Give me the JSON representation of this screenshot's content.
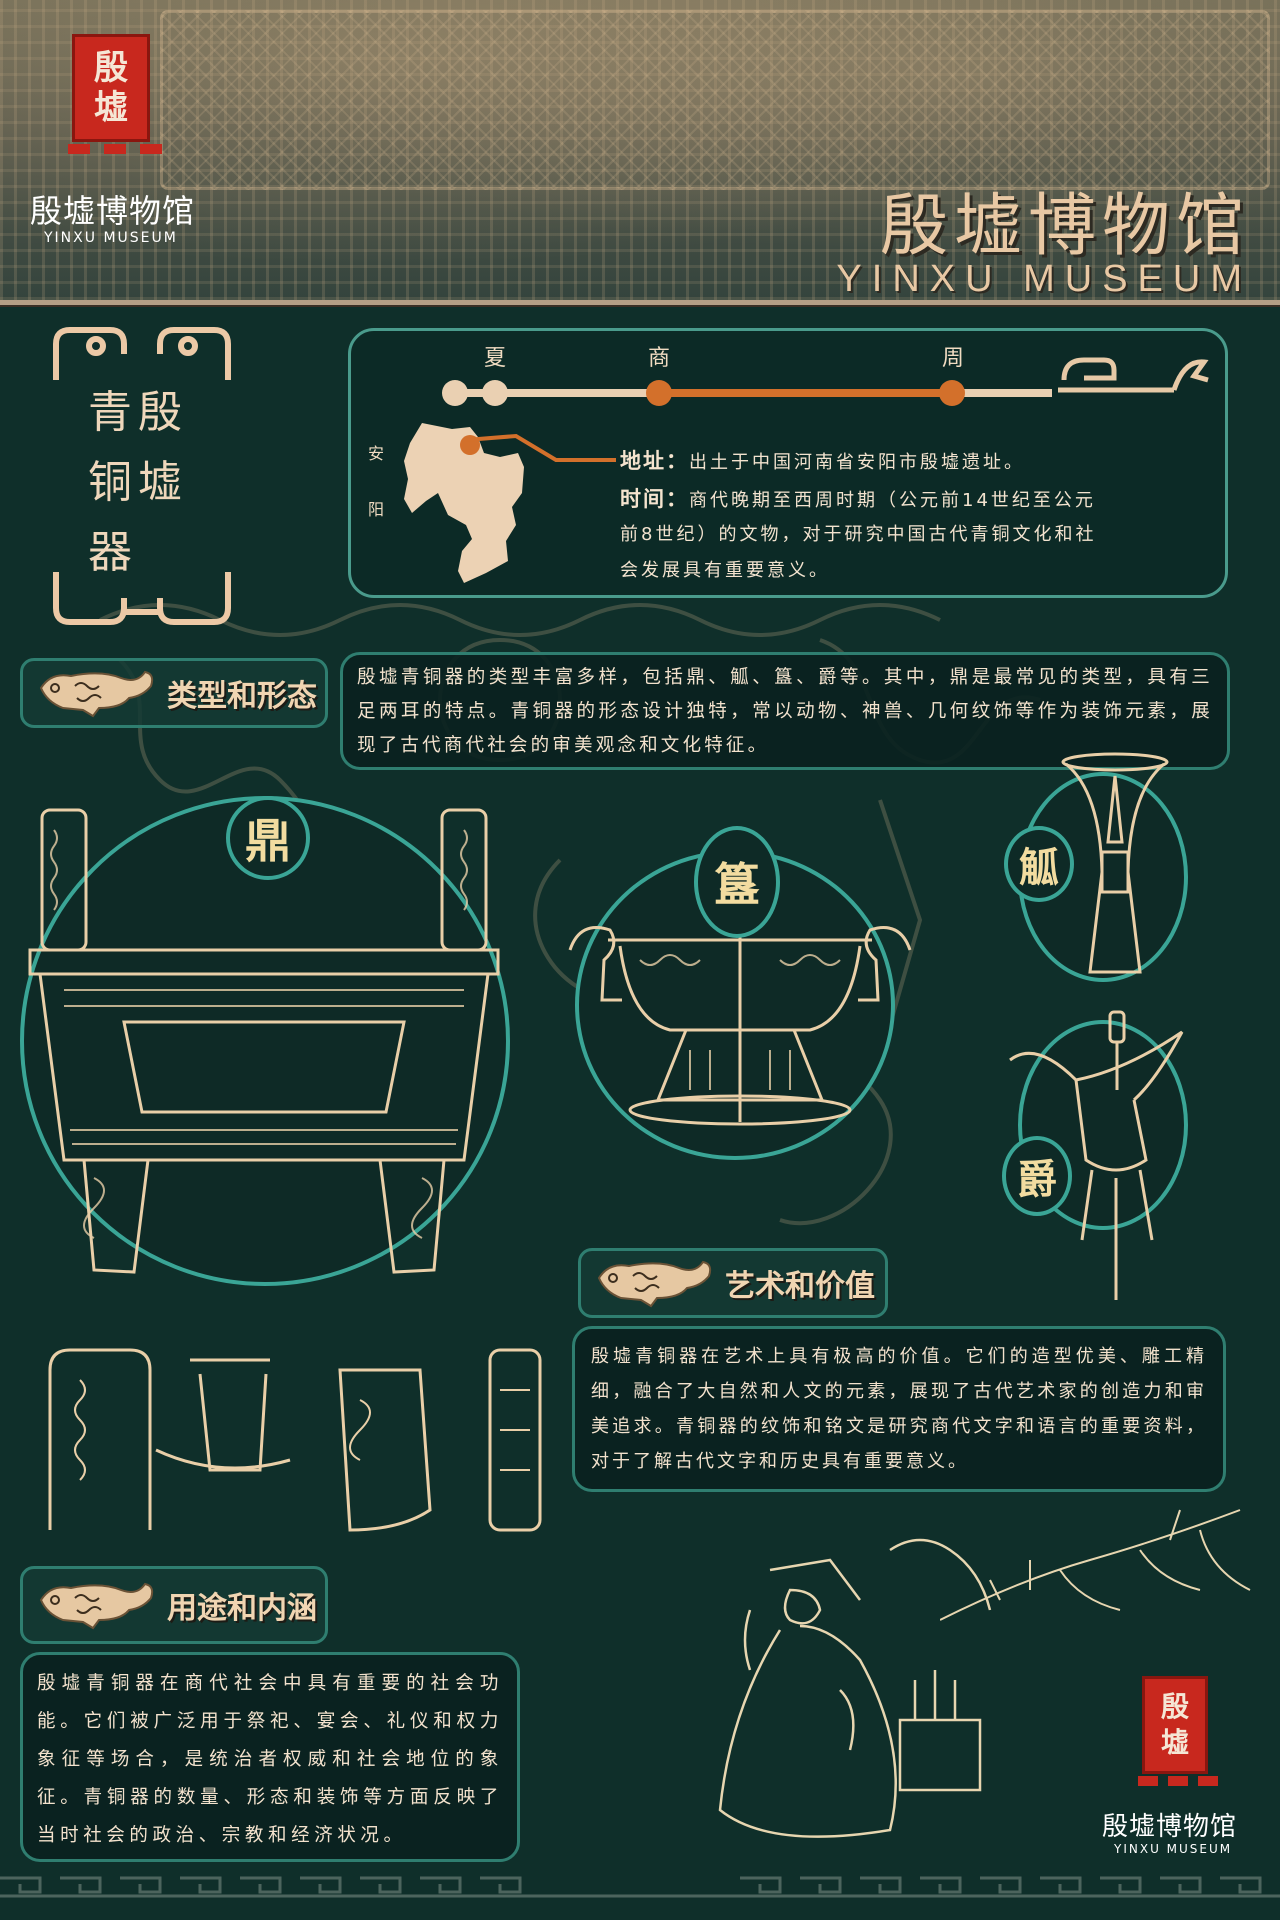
{
  "header": {
    "logo": {
      "seal_chars": [
        "殷",
        "墟"
      ],
      "name_cn": "殷墟博物馆",
      "name_en": "YINXU MUSEUM"
    },
    "title_cn": "殷墟博物馆",
    "title_en": "YINXU MUSEUM"
  },
  "vertical_title": {
    "columns": [
      [
        "殷",
        "墟"
      ],
      [
        "青",
        "铜",
        "器"
      ]
    ]
  },
  "info_panel": {
    "timeline": {
      "dynasties": [
        "夏",
        "商",
        "周"
      ]
    },
    "map_label": [
      "安",
      "阳"
    ],
    "address_label": "地址：",
    "address_text": "出土于中国河南省安阳市殷墟遗址。",
    "time_label": "时间：",
    "time_lines": [
      "商代晚期至西周时期（公元前14世纪至公元",
      "前8世纪）的文物，对于研究中国古代青铜文化和社",
      "会发展具有重要意义。"
    ]
  },
  "sections": {
    "types": {
      "title": "类型和形态",
      "text": "殷墟青铜器的类型丰富多样，包括鼎、觚、簋、爵等。其中，鼎是最常见的类型，具有三足两耳的特点。青铜器的形态设计独特，常以动物、神兽、几何纹饰等作为装饰元素，展现了古代商代社会的审美观念和文化特征。"
    },
    "art": {
      "title": "艺术和价值",
      "text": "殷墟青铜器在艺术上具有极高的价值。它们的造型优美、雕工精细，融合了大自然和人文的元素，展现了古代艺术家的创造力和审美追求。青铜器的纹饰和铭文是研究商代文字和语言的重要资料，对于了解古代文字和历史具有重要意义。"
    },
    "usage": {
      "title": "用途和内涵",
      "text": "殷墟青铜器在商代社会中具有重要的社会功能。它们被广泛用于祭祀、宴会、礼仪和权力象征等场合，是统治者权威和社会地位的象征。青铜器的数量、形态和装饰等方面反映了当时社会的政治、宗教和经济状况。"
    }
  },
  "vessels": {
    "ding": "鼎",
    "gui": "簋",
    "gu": "觚",
    "jue": "爵"
  },
  "footer_logo": {
    "seal_chars": [
      "殷",
      "墟"
    ],
    "name_cn": "殷墟博物馆",
    "name_en": "YINXU MUSEUM"
  },
  "colors": {
    "background": "#0f2f2a",
    "panel_border": "#3aa596",
    "accent_orange": "#d3702b",
    "cream": "#ead0b2",
    "seal_red": "#c8281e",
    "title_tan": "#e8c8a4"
  }
}
